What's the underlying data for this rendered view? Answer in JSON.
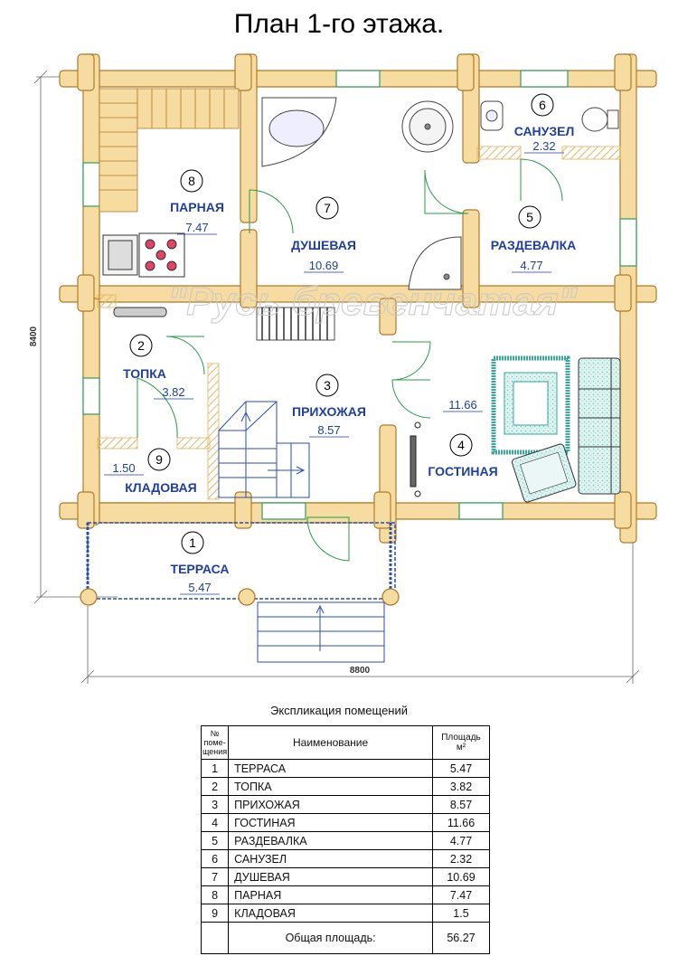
{
  "title": "План 1-го этажа.",
  "watermark": "\"Русь бревенчатая\"",
  "dimensions": {
    "height": "8400",
    "width": "8800"
  },
  "rooms": [
    {
      "num": "1",
      "name": "ТЕРРАСА",
      "area": "5.47"
    },
    {
      "num": "2",
      "name": "ТОПКА",
      "area": "3.82"
    },
    {
      "num": "3",
      "name": "ПРИХОЖАЯ",
      "area": "8.57"
    },
    {
      "num": "4",
      "name": "ГОСТИНАЯ",
      "area": "11.66"
    },
    {
      "num": "5",
      "name": "РАЗДЕВАЛКА",
      "area": "4.77"
    },
    {
      "num": "6",
      "name": "САНУЗЕЛ",
      "area": "2.32"
    },
    {
      "num": "7",
      "name": "ДУШЕВАЯ",
      "area": "10.69"
    },
    {
      "num": "8",
      "name": "ПАРНАЯ",
      "area": "7.47"
    },
    {
      "num": "9",
      "name": "КЛАДОВАЯ",
      "area": "1.50"
    }
  ],
  "table": {
    "caption": "Экспликация помещений",
    "headers": {
      "num": "№ поме-щения",
      "name": "Наименование",
      "area": "Площадь м²"
    },
    "rows": [
      {
        "num": "1",
        "name": "ТЕРРАСА",
        "area": "5.47"
      },
      {
        "num": "2",
        "name": "ТОПКА",
        "area": "3.82"
      },
      {
        "num": "3",
        "name": "ПРИХОЖАЯ",
        "area": "8.57"
      },
      {
        "num": "4",
        "name": "ГОСТИНАЯ",
        "area": "11.66"
      },
      {
        "num": "5",
        "name": "РАЗДЕВАЛКА",
        "area": "4.77"
      },
      {
        "num": "6",
        "name": "САНУЗЕЛ",
        "area": "2.32"
      },
      {
        "num": "7",
        "name": "ДУШЕВАЯ",
        "area": "10.69"
      },
      {
        "num": "8",
        "name": "ПАРНАЯ",
        "area": "7.47"
      },
      {
        "num": "9",
        "name": "КЛАДОВАЯ",
        "area": "1.5"
      }
    ],
    "total_label": "Общая площадь:",
    "total_value": "56.27"
  },
  "colors": {
    "log": "#f6dca0",
    "log_stroke": "#b07a2a",
    "room_label": "#1f3f9a",
    "window": "#2f9c5c",
    "door": "#2a9a4a",
    "rug": "#36a8a0"
  }
}
